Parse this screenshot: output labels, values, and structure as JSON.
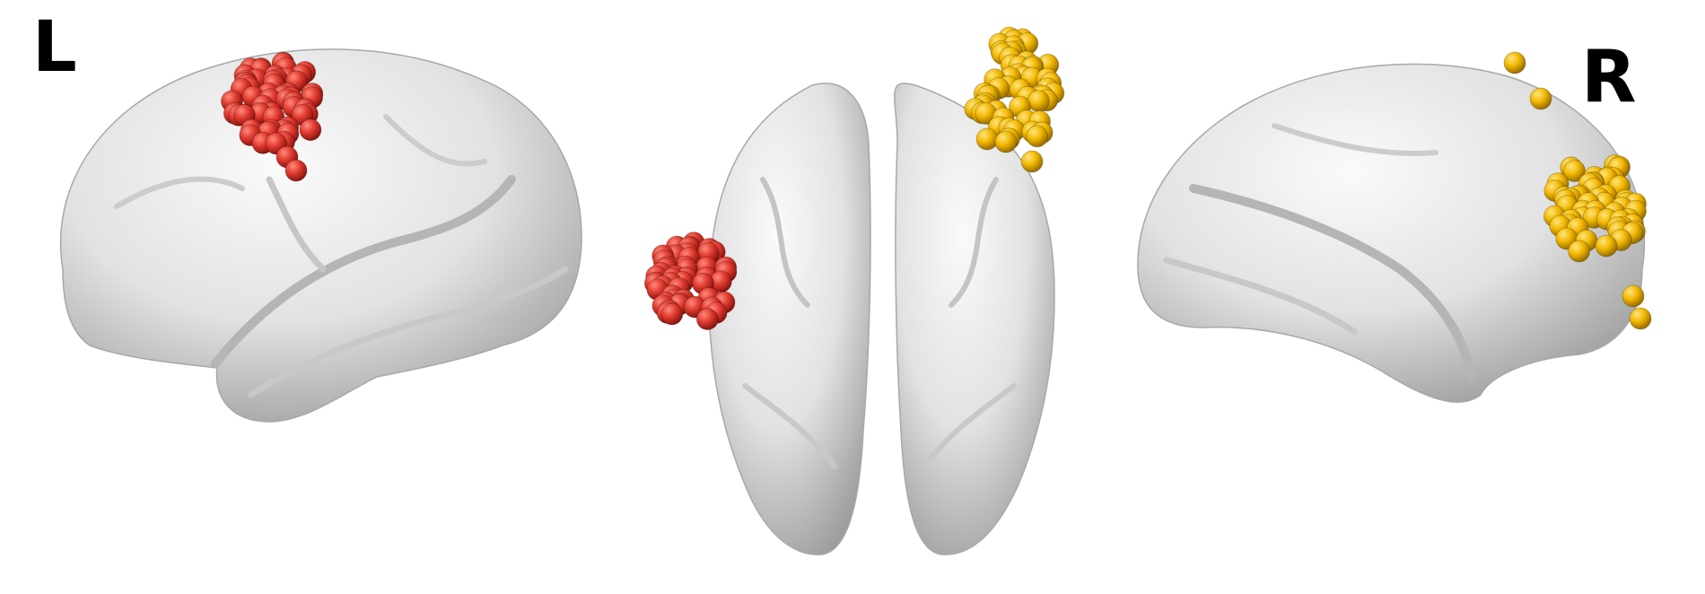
{
  "labels": {
    "left": "L",
    "right": "R"
  },
  "colors": {
    "background": "#ffffff",
    "brain_surface": "#e2e2e2",
    "brain_shadow": "#8f8f8f",
    "left_cluster": "#e03a2e",
    "right_cluster": "#f2b800"
  },
  "views": [
    {
      "name": "left-lateral",
      "hemisphere": "left"
    },
    {
      "name": "dorsal",
      "hemisphere": "both"
    },
    {
      "name": "right-lateral",
      "hemisphere": "right"
    }
  ],
  "clusters": [
    {
      "name": "left-cluster",
      "color_key": "left_cluster"
    },
    {
      "name": "right-cluster",
      "color_key": "right_cluster"
    }
  ]
}
